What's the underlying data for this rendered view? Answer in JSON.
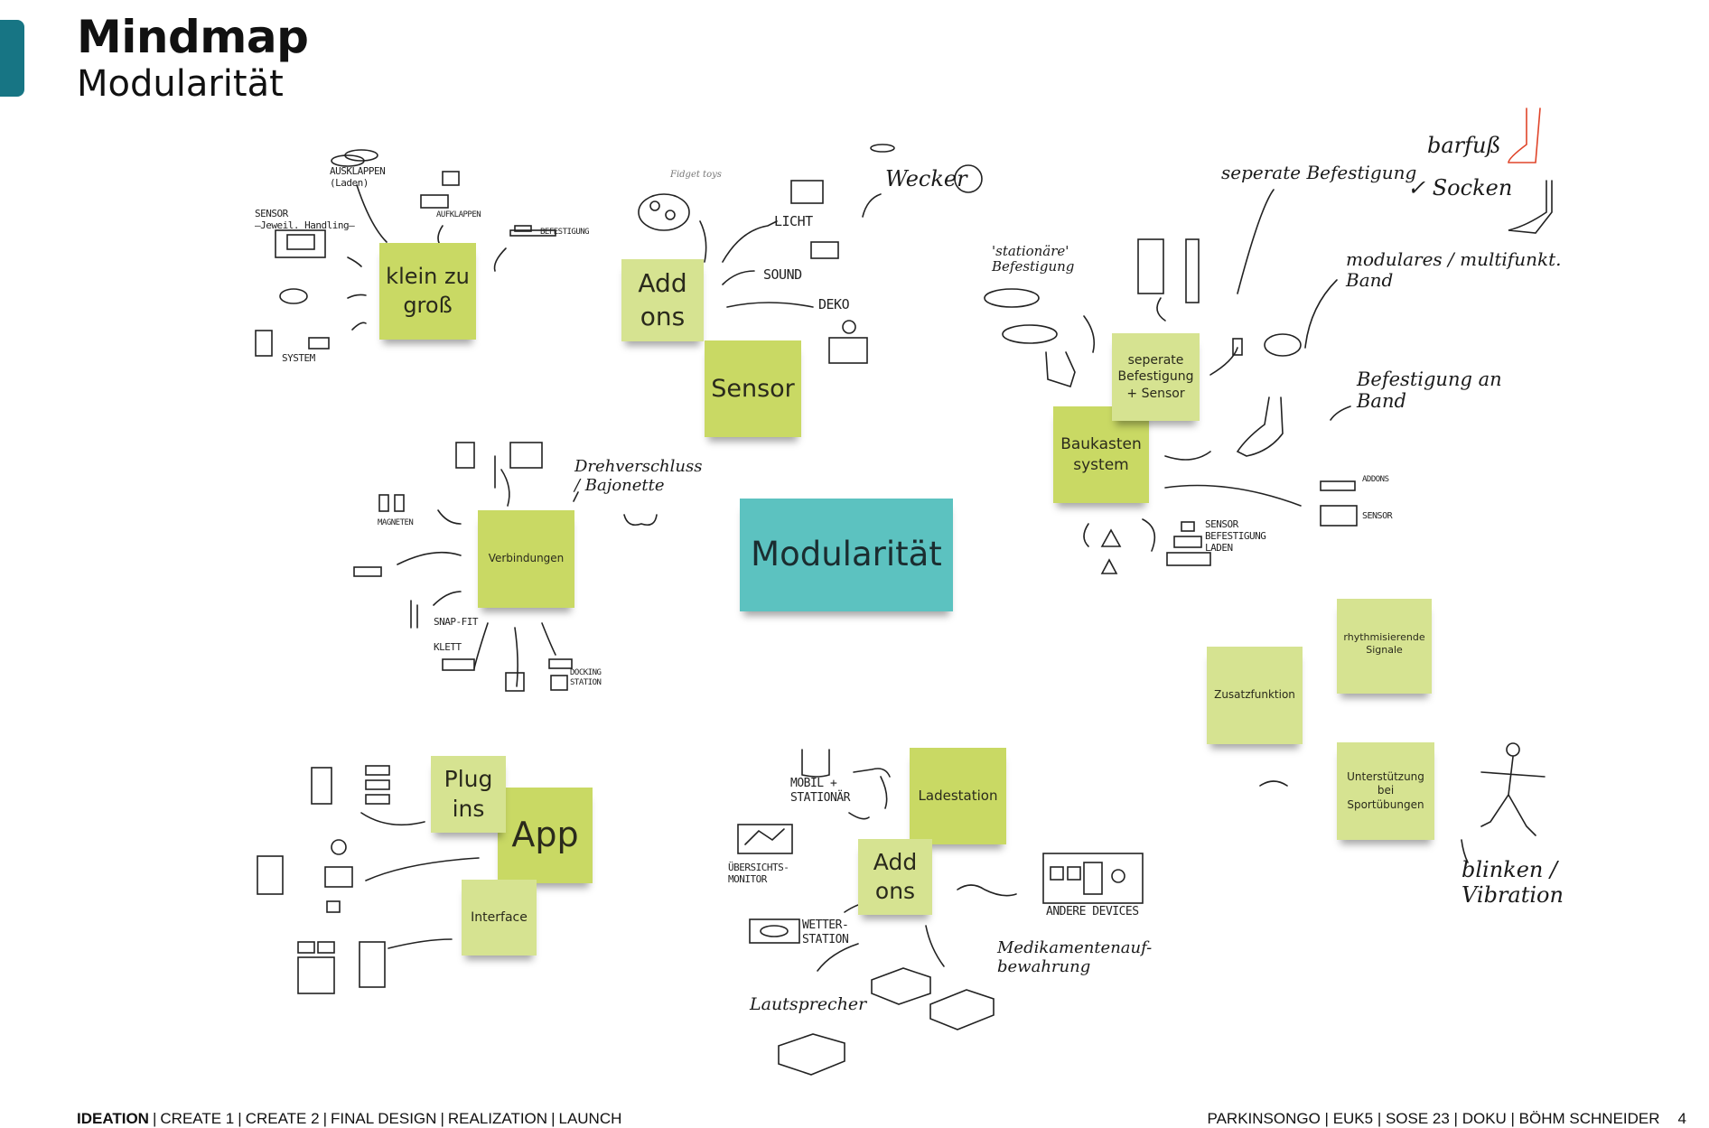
{
  "header": {
    "title": "Mindmap",
    "subtitle": "Modularität"
  },
  "notes": {
    "center": "Modularität",
    "klein_zu_gross": "klein zu groß",
    "addons_top": "Add ons",
    "sensor": "Sensor",
    "verbindungen": "Verbindungen",
    "seperate_befestigung": "seperate Befestigung + Sensor",
    "baukasten": "Baukasten system",
    "zusatzfunktion": "Zusatzfunktion",
    "rhythmisierende": "rhythmisierende Signale",
    "unterstuetzung": "Unterstützung bei Sportübungen",
    "plug_ins": "Plug ins",
    "app": "App",
    "interface": "Interface",
    "ladestation": "Ladestation",
    "addons_bottom": "Add ons"
  },
  "sketch_labels": {
    "ausklappen": "AUSKLAPPEN\n(Laden)",
    "sensor_handling": "SENSOR\n–Jeweil. Handling–",
    "aufklappen": "AUFKLAPPEN",
    "befestigung_top": "BEFESTIGUNG",
    "system": "SYSTEM",
    "fidget": "Fidget toys",
    "licht": "LICHT",
    "sound": "SOUND",
    "deko": "DEKO",
    "wecker": "Wecker",
    "stationaere": "'stationäre'\nBefestigung",
    "seperate": "seperate Befestigung",
    "barfuss": "barfuß",
    "socken": "✓ Socken",
    "modulares": "modulares / multifunkt.\nBand",
    "befestigung_band": "Befestigung an\nBand",
    "addons_small": "ADDONS",
    "sensor_small": "SENSOR",
    "stack": "SENSOR\nBEFESTIGUNG\nLADEN",
    "drehverschluss": "Drehverschluss\n/ Bajonette",
    "magneten": "MAGNETEN",
    "snapfit": "SNAP-FIT",
    "klett": "KLETT",
    "docking": "DOCKING\nSTATION",
    "mobil": "MOBIL +\nSTATIONÄR",
    "uebersicht": "ÜBERSICHTS-\nMONITOR",
    "wetter": "WETTER-\nSTATION",
    "andere": "ANDERE DEVICES",
    "medikamente": "Medikamentenauf-\nbewahrung",
    "lautsprecher": "Lautsprecher",
    "blinken": "blinken /\nVibration"
  },
  "footer": {
    "nav": [
      "IDEATION",
      "CREATE 1",
      "CREATE 2",
      "FINAL DESIGN",
      "REALIZATION",
      "LAUNCH"
    ],
    "info": "PARKINSONGO | EUK5 | SOSE 23 | DOKU | BÖHM SCHNEIDER",
    "page": "4"
  }
}
